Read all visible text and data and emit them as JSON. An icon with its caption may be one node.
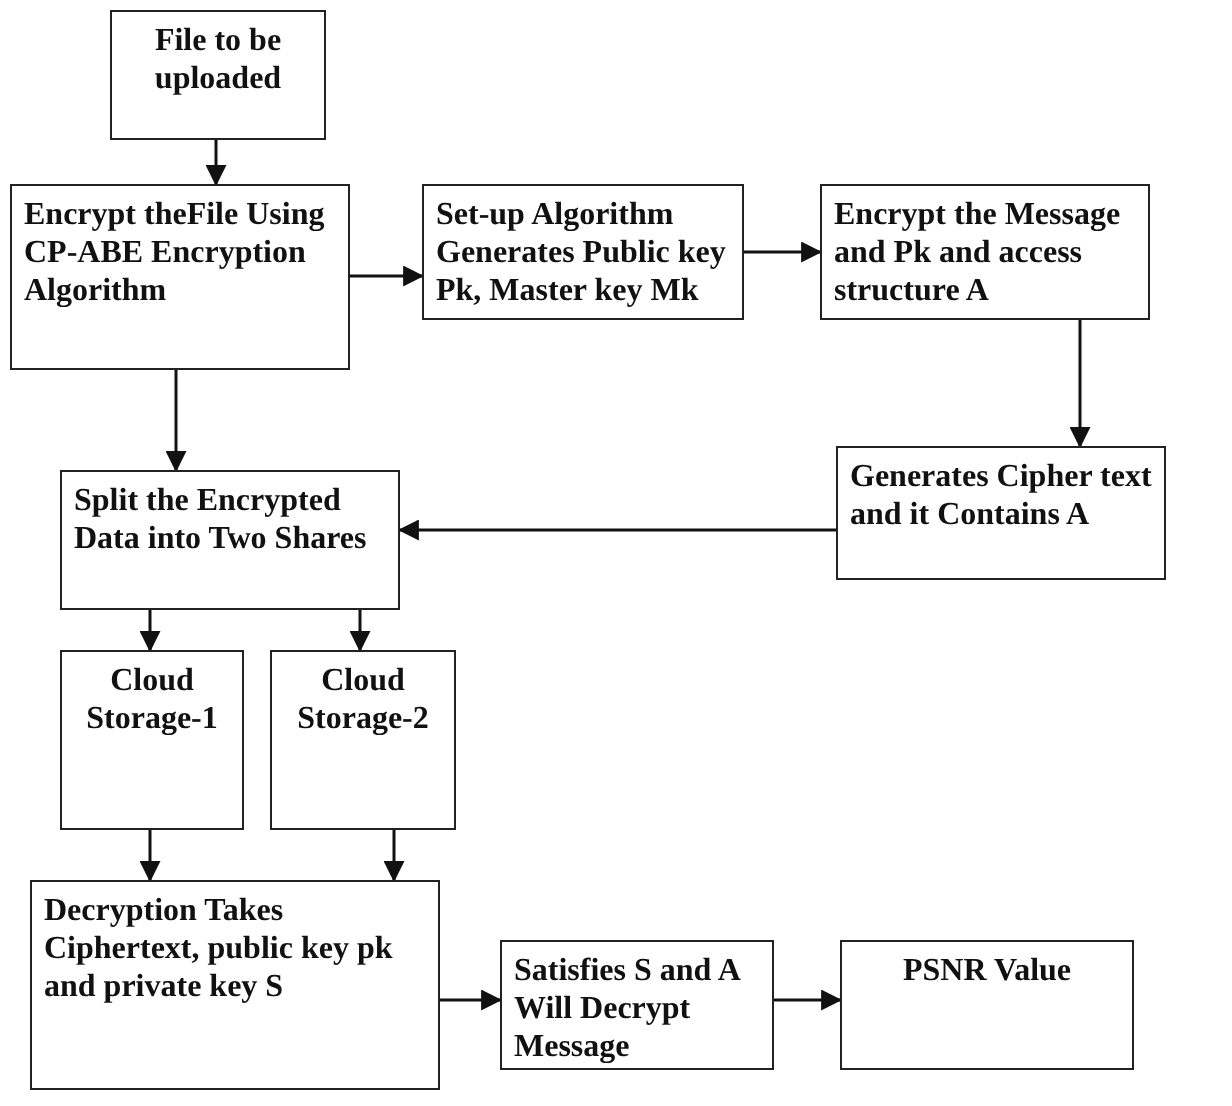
{
  "diagram": {
    "nodes": [
      {
        "text": [
          "File to be uploaded"
        ]
      },
      {
        "text": [
          "Encrypt theFile Using CP-ABE Encryption Algorithm"
        ]
      },
      {
        "text": [
          "Set-up Algorithm Generates Public key Pk, Master key Mk"
        ]
      },
      {
        "text": [
          "Encrypt the Message and Pk and access structure A"
        ]
      },
      {
        "text": [
          "Generates Cipher text and it Contains A"
        ]
      },
      {
        "text": [
          "Split the Encrypted Data into Two Shares"
        ]
      },
      {
        "text": [
          "Cloud Storage-1"
        ]
      },
      {
        "text": [
          "Cloud Storage-2"
        ]
      },
      {
        "text": [
          "Decryption Takes Ciphertext, public key pk and private key S"
        ]
      },
      {
        "text": [
          "Satisfies S and A Will Decrypt Message"
        ]
      },
      {
        "text": [
          "PSNR Value"
        ]
      }
    ],
    "edges": [
      {
        "from": 0,
        "to": 1,
        "arrow": "to"
      },
      {
        "from": 1,
        "to": 2,
        "arrow": "to"
      },
      {
        "from": 2,
        "to": 3,
        "arrow": "to"
      },
      {
        "from": 3,
        "to": 4,
        "arrow": "to"
      },
      {
        "from": 4,
        "to": 5,
        "arrow": "to"
      },
      {
        "from": 1,
        "to": 5,
        "arrow": "to"
      },
      {
        "from": 5,
        "to": 6,
        "arrow": "to"
      },
      {
        "from": 5,
        "to": 7,
        "arrow": "to"
      },
      {
        "from": 6,
        "to": 8,
        "arrow": "to"
      },
      {
        "from": 7,
        "to": 8,
        "arrow": "to"
      },
      {
        "from": 8,
        "to": 9,
        "arrow": "to"
      },
      {
        "from": 9,
        "to": 10,
        "arrow": "to"
      }
    ]
  }
}
